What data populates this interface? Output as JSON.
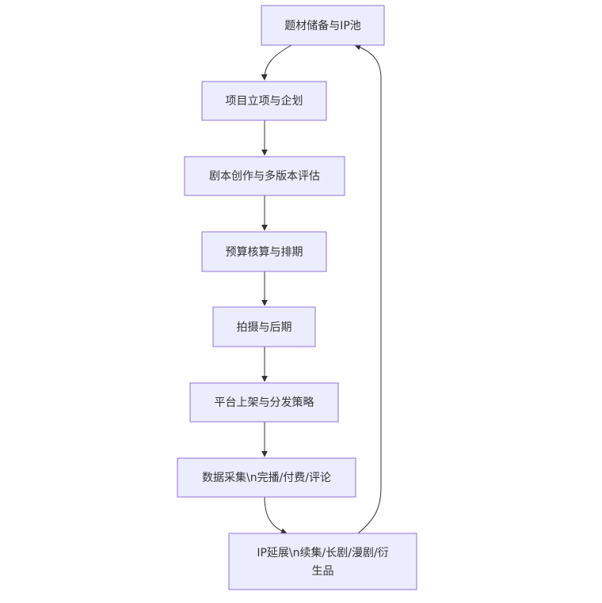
{
  "diagram": {
    "type": "flowchart",
    "nodes": [
      {
        "id": "n1",
        "label": "题材储备与IP池"
      },
      {
        "id": "n2",
        "label": "项目立项与企划"
      },
      {
        "id": "n3",
        "label": "剧本创作与多版本评估"
      },
      {
        "id": "n4",
        "label": "预算核算与排期"
      },
      {
        "id": "n5",
        "label": "拍摄与后期"
      },
      {
        "id": "n6",
        "label": "平台上架与分发策略"
      },
      {
        "id": "n7",
        "label": "数据采集\\n完播/付费/评论"
      },
      {
        "id": "n8",
        "label_line1": "IP延展\\n续集/长剧/漫剧/衍",
        "label_line2": "生品"
      }
    ],
    "edges": [
      {
        "from": "n1",
        "to": "n2"
      },
      {
        "from": "n2",
        "to": "n3"
      },
      {
        "from": "n3",
        "to": "n4"
      },
      {
        "from": "n4",
        "to": "n5"
      },
      {
        "from": "n5",
        "to": "n6"
      },
      {
        "from": "n6",
        "to": "n7"
      },
      {
        "from": "n7",
        "to": "n8"
      },
      {
        "from": "n8",
        "to": "n1"
      }
    ],
    "colors": {
      "node_fill": "#ECECFF",
      "node_stroke": "#9370DB",
      "edge": "#333333",
      "text": "#333333"
    }
  }
}
